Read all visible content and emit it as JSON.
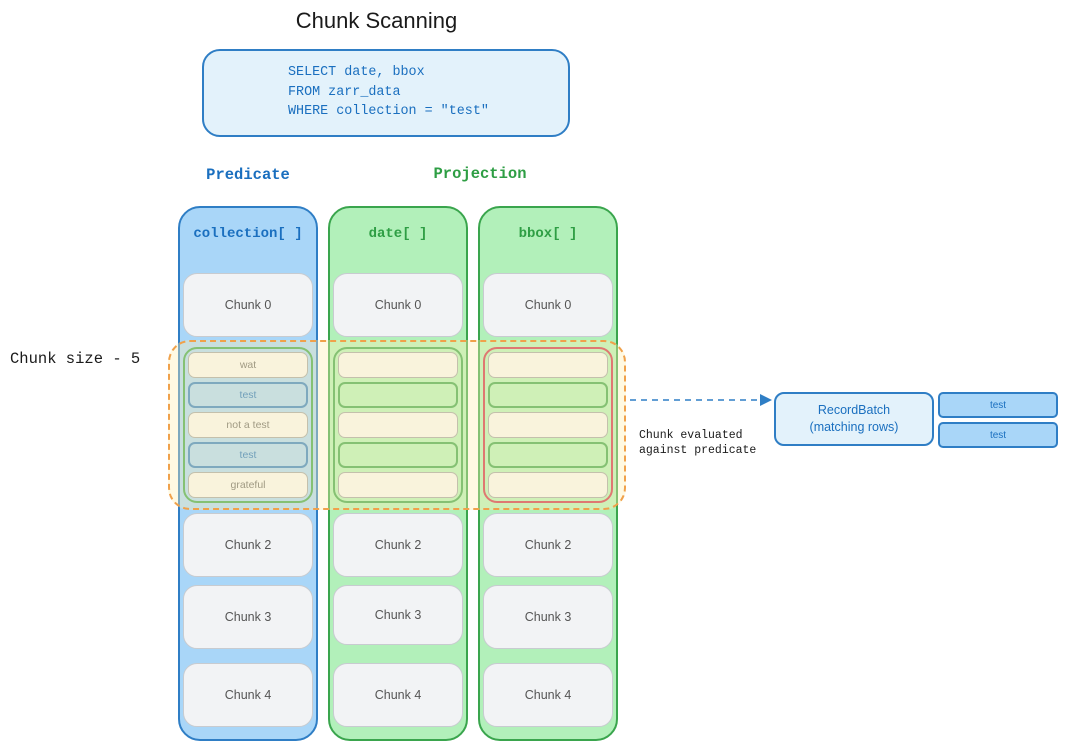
{
  "title": "Chunk Scanning",
  "sql": [
    "SELECT date, bbox",
    "FROM zarr_data",
    "WHERE collection = \"test\""
  ],
  "labels": {
    "predicate": "Predicate",
    "projection": "Projection",
    "chunk_size": "Chunk size - 5",
    "evaluated": [
      "Chunk evaluated",
      "against predicate"
    ]
  },
  "columns": {
    "collection": {
      "header": "collection[ ]",
      "chunks": [
        "Chunk 0",
        "Chunk 2",
        "Chunk 3",
        "Chunk 4"
      ],
      "rows": [
        "wat",
        "test",
        "not a test",
        "test",
        "grateful"
      ]
    },
    "date": {
      "header": "date[ ]",
      "chunks": [
        "Chunk 0",
        "Chunk 2",
        "Chunk 3",
        "Chunk 4"
      ]
    },
    "bbox": {
      "header": "bbox[ ]",
      "chunks": [
        "Chunk 0",
        "Chunk 2",
        "Chunk 3",
        "Chunk 4"
      ]
    }
  },
  "record_batch": {
    "label": [
      "RecordBatch",
      "(matching rows)"
    ],
    "rows": [
      "test",
      "test"
    ]
  },
  "colors": {
    "blue": "#2f7ec5",
    "green": "#3aa54d",
    "orange": "#f0a14a",
    "red": "#cc2f4a"
  }
}
